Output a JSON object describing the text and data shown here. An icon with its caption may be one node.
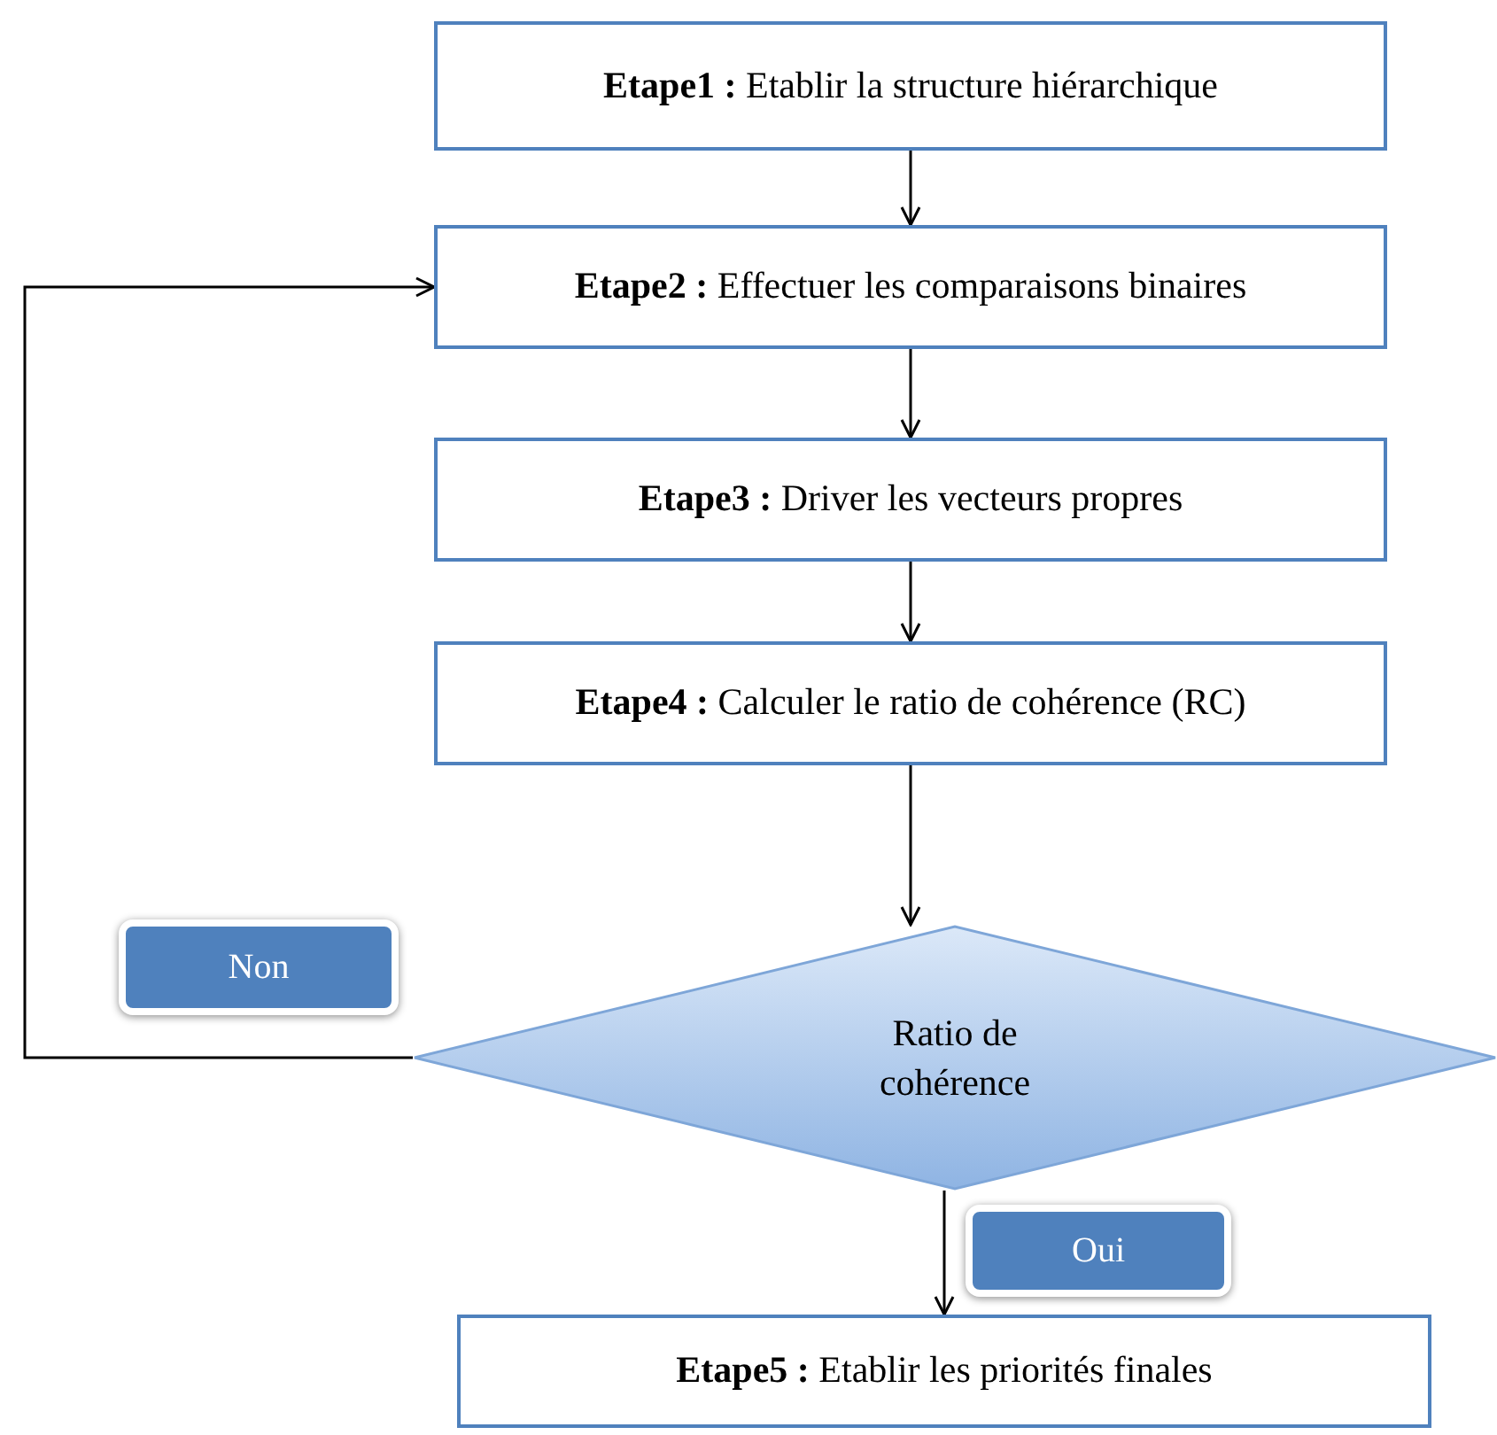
{
  "diagram": {
    "nodes": [
      {
        "text": [
          "**Etape1 :** Etablir la structure hiérarchique"
        ]
      },
      {
        "text": [
          "**Etape2 :** Effectuer les comparaisons binaires"
        ]
      },
      {
        "text": [
          "**Etape3 :** Driver les vecteurs propres"
        ]
      },
      {
        "text": [
          "**Etape4 :** Calculer le ratio de cohérence (RC)"
        ]
      },
      {
        "text": [
          "Ratio de cohérence"
        ]
      },
      {
        "text": [
          "**Etape5 :** Etablir les priorités finales"
        ]
      }
    ],
    "edges": [
      {
        "from": 0,
        "to": 1,
        "arrow": "to"
      },
      {
        "from": 1,
        "to": 2,
        "arrow": "to"
      },
      {
        "from": 2,
        "to": 3,
        "arrow": "to"
      },
      {
        "from": 3,
        "to": 4,
        "arrow": "to"
      },
      {
        "from": 4,
        "to": 1,
        "arrow": "to",
        "label": "Non"
      },
      {
        "from": 4,
        "to": 5,
        "arrow": "to",
        "label": "Oui"
      }
    ]
  }
}
